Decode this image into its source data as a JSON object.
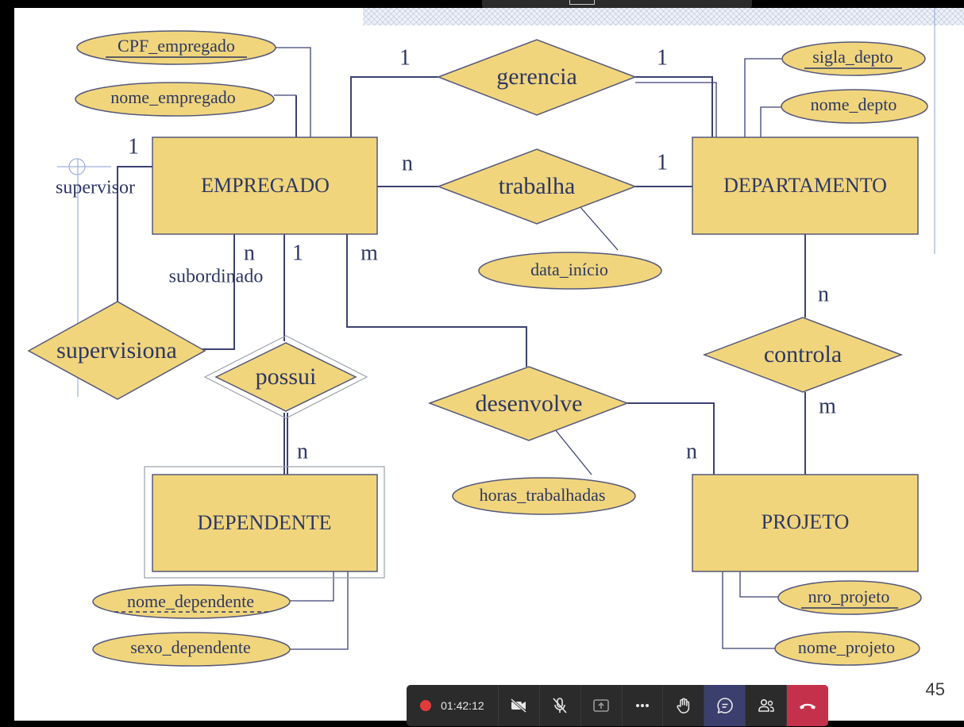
{
  "diagram": {
    "entities": [
      {
        "id": "empregado",
        "label": "EMPREGADO",
        "weak": false
      },
      {
        "id": "departamento",
        "label": "DEPARTAMENTO",
        "weak": false
      },
      {
        "id": "dependente",
        "label": "DEPENDENTE",
        "weak": true
      },
      {
        "id": "projeto",
        "label": "PROJETO",
        "weak": false
      }
    ],
    "relationships": [
      {
        "id": "gerencia",
        "label": "gerencia",
        "identifying": false
      },
      {
        "id": "trabalha",
        "label": "trabalha",
        "identifying": false
      },
      {
        "id": "supervisiona",
        "label": "supervisiona",
        "identifying": false
      },
      {
        "id": "possui",
        "label": "possui",
        "identifying": true
      },
      {
        "id": "desenvolve",
        "label": "desenvolve",
        "identifying": false
      },
      {
        "id": "controla",
        "label": "controla",
        "identifying": false
      }
    ],
    "attributes": [
      {
        "id": "cpf_empregado",
        "label": "CPF_empregado",
        "of": "empregado",
        "key": "primary"
      },
      {
        "id": "nome_empregado",
        "label": "nome_empregado",
        "of": "empregado",
        "key": "none"
      },
      {
        "id": "sigla_depto",
        "label": "sigla_depto",
        "of": "departamento",
        "key": "primary"
      },
      {
        "id": "nome_depto",
        "label": "nome_depto",
        "of": "departamento",
        "key": "none"
      },
      {
        "id": "data_inicio",
        "label": "data_início",
        "of": "trabalha",
        "key": "none"
      },
      {
        "id": "horas_trabalhadas",
        "label": "horas_trabalhadas",
        "of": "desenvolve",
        "key": "none"
      },
      {
        "id": "nome_dependente",
        "label": "nome_dependente",
        "of": "dependente",
        "key": "partial"
      },
      {
        "id": "sexo_dependente",
        "label": "sexo_dependente",
        "of": "dependente",
        "key": "none"
      },
      {
        "id": "nro_projeto",
        "label": "nro_projeto",
        "of": "projeto",
        "key": "primary"
      },
      {
        "id": "nome_projeto",
        "label": "nome_projeto",
        "of": "projeto",
        "key": "none"
      }
    ],
    "cardinalities": [
      {
        "id": "gerencia_emp",
        "label": "1"
      },
      {
        "id": "gerencia_dep",
        "label": "1"
      },
      {
        "id": "trabalha_emp",
        "label": "n"
      },
      {
        "id": "trabalha_dep",
        "label": "1"
      },
      {
        "id": "supervisor_card",
        "label": "1"
      },
      {
        "id": "subordinado_card",
        "label": "n"
      },
      {
        "id": "possui_emp",
        "label": "1"
      },
      {
        "id": "possui_dep",
        "label": "n"
      },
      {
        "id": "desenvolve_emp",
        "label": "m"
      },
      {
        "id": "desenvolve_proj",
        "label": "n"
      },
      {
        "id": "controla_dep",
        "label": "n"
      },
      {
        "id": "controla_proj",
        "label": "m"
      }
    ],
    "roles": [
      {
        "id": "supervisor",
        "label": "supervisor"
      },
      {
        "id": "subordinado",
        "label": "subordinado"
      }
    ]
  },
  "page_number": "45",
  "meeting_toolbar": {
    "timer": "01:42:12",
    "recording_color": "#e03c3c",
    "buttons": [
      {
        "id": "camera",
        "icon": "camera-off-icon"
      },
      {
        "id": "mic",
        "icon": "mic-off-icon"
      },
      {
        "id": "share",
        "icon": "share-screen-icon"
      },
      {
        "id": "more",
        "icon": "more-icon"
      },
      {
        "id": "raise_hand",
        "icon": "raise-hand-icon"
      },
      {
        "id": "chat",
        "icon": "chat-icon"
      },
      {
        "id": "participants",
        "icon": "participants-icon"
      },
      {
        "id": "leave",
        "icon": "hang-up-icon"
      }
    ],
    "active_button_color": "#3b3f6e",
    "leave_button_color": "#c4314b"
  },
  "colors": {
    "shape_fill": "#f0d57c",
    "shape_stroke": "#55597a",
    "text": "#2e3763"
  }
}
